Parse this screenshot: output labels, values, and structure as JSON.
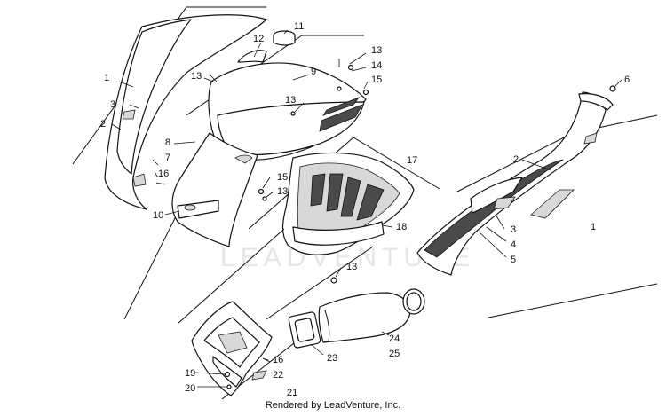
{
  "diagram": {
    "footer": "Rendered by LeadVenture, Inc.",
    "watermark": "LEADVENTURE",
    "callouts": [
      "1",
      "3",
      "2",
      "7",
      "16",
      "8",
      "10",
      "12",
      "11",
      "13",
      "9",
      "13",
      "14",
      "15",
      "13",
      "15",
      "13",
      "17",
      "18",
      "13",
      "2",
      "6",
      "3",
      "4",
      "5",
      "1",
      "24",
      "25",
      "23",
      "16",
      "22",
      "19",
      "20",
      "21"
    ]
  }
}
